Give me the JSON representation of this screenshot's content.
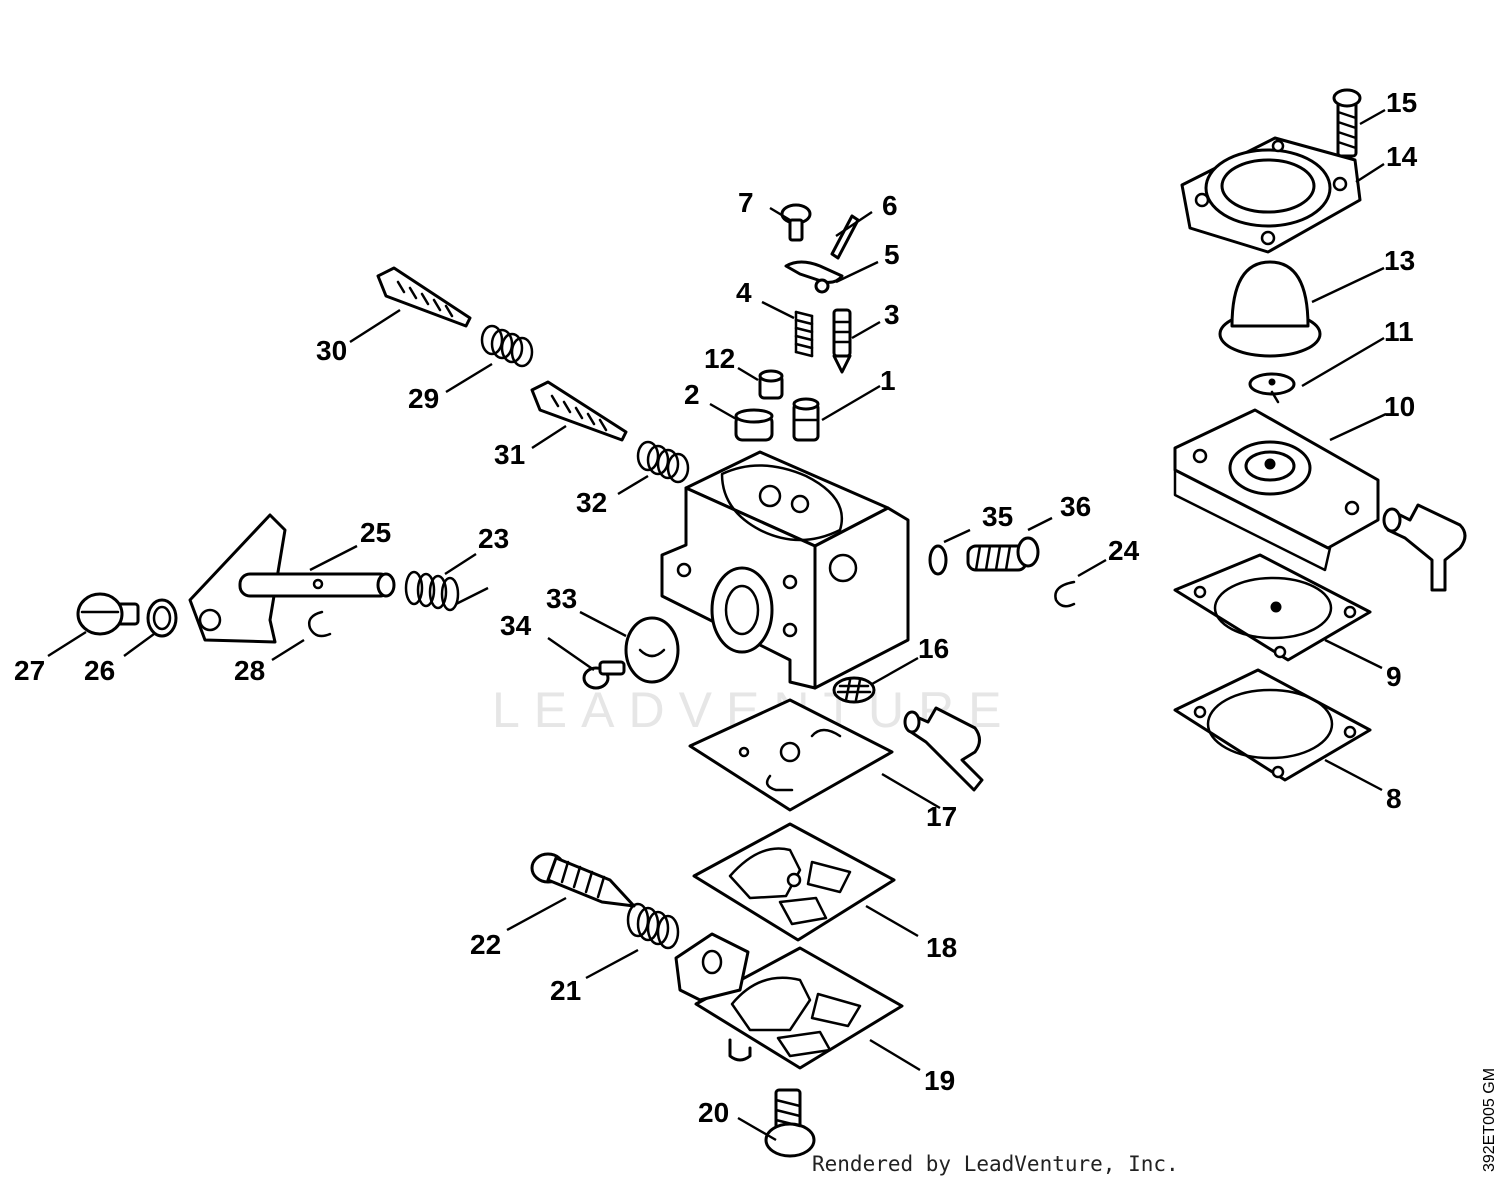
{
  "watermark": "LEADVENTURE",
  "credit": "Rendered by LeadVenture, Inc.",
  "drawing_id": "392ET005 GM",
  "callouts": [
    {
      "id": "c1",
      "label": "1"
    },
    {
      "id": "c2",
      "label": "2"
    },
    {
      "id": "c3",
      "label": "3"
    },
    {
      "id": "c4",
      "label": "4"
    },
    {
      "id": "c5",
      "label": "5"
    },
    {
      "id": "c6",
      "label": "6"
    },
    {
      "id": "c7",
      "label": "7"
    },
    {
      "id": "c8",
      "label": "8"
    },
    {
      "id": "c9",
      "label": "9"
    },
    {
      "id": "c10",
      "label": "10"
    },
    {
      "id": "c11",
      "label": "11"
    },
    {
      "id": "c12",
      "label": "12"
    },
    {
      "id": "c13",
      "label": "13"
    },
    {
      "id": "c14",
      "label": "14"
    },
    {
      "id": "c15",
      "label": "15"
    },
    {
      "id": "c16",
      "label": "16"
    },
    {
      "id": "c17",
      "label": "17"
    },
    {
      "id": "c18",
      "label": "18"
    },
    {
      "id": "c19",
      "label": "19"
    },
    {
      "id": "c20",
      "label": "20"
    },
    {
      "id": "c21",
      "label": "21"
    },
    {
      "id": "c22",
      "label": "22"
    },
    {
      "id": "c23",
      "label": "23"
    },
    {
      "id": "c24",
      "label": "24"
    },
    {
      "id": "c25",
      "label": "25"
    },
    {
      "id": "c26",
      "label": "26"
    },
    {
      "id": "c27",
      "label": "27"
    },
    {
      "id": "c28",
      "label": "28"
    },
    {
      "id": "c29",
      "label": "29"
    },
    {
      "id": "c30",
      "label": "30"
    },
    {
      "id": "c31",
      "label": "31"
    },
    {
      "id": "c32",
      "label": "32"
    },
    {
      "id": "c33",
      "label": "33"
    },
    {
      "id": "c34",
      "label": "34"
    },
    {
      "id": "c35",
      "label": "35"
    },
    {
      "id": "c36",
      "label": "36"
    }
  ]
}
